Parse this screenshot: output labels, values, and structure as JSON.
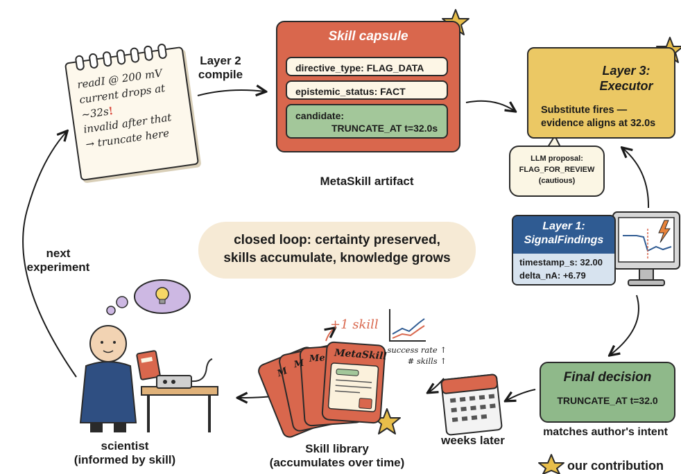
{
  "notepad": {
    "lines": [
      "readI @ 200 mV",
      "current drops at",
      "~32s",
      "!",
      "invalid after that",
      "→ truncate here"
    ]
  },
  "arrows": {
    "compile": "Layer 2\ncompile",
    "compile_line1": "Layer 2",
    "compile_line2": "compile",
    "next_experiment_line1": "next",
    "next_experiment_line2": "experiment"
  },
  "capsule": {
    "title": "Skill capsule",
    "field1": "directive_type: FLAG_DATA",
    "field2": "epistemic_status: FACT",
    "candidate_label": "candidate:",
    "candidate_value": "TRUNCATE_AT t=32.0s",
    "caption": "MetaSkill artifact"
  },
  "executor": {
    "title_line1": "Layer 3:",
    "title_line2": "Executor",
    "body_line1": "Substitute fires —",
    "body_line2": "evidence aligns at 32.0s"
  },
  "llm_bubble": {
    "line1": "LLM proposal:",
    "line2": "FLAG_FOR_REVIEW",
    "line3": "(cautious)"
  },
  "signal": {
    "title_line1": "Layer 1:",
    "title_line2": "SignalFindings",
    "row1": "timestamp_s: 32.00",
    "row2": "delta_nA: +6.79"
  },
  "center": {
    "line1": "closed loop: certainty preserved,",
    "line2": "skills accumulate, knowledge grows"
  },
  "final": {
    "title": "Final decision",
    "value": "TRUNCATE_AT t=32.0",
    "caption": "matches author's intent"
  },
  "weeks_later": "weeks later",
  "library": {
    "card_title": "MetaSkill",
    "card_short": "M",
    "card_short2": "Me",
    "plus_skill": "+1 skill",
    "chart_line1": "success rate ↑",
    "chart_line2": "# skills ↑",
    "caption_line1": "Skill library",
    "caption_line2": "(accumulates over time)"
  },
  "scientist": {
    "caption_line1": "scientist",
    "caption_line2": "(informed by skill)"
  },
  "legend": {
    "label": "our contribution"
  },
  "colors": {
    "capsule": "#d9674d",
    "executor": "#ebc864",
    "signal": "#2f5b92",
    "final": "#8fb98a",
    "star": "#e8be4a"
  }
}
